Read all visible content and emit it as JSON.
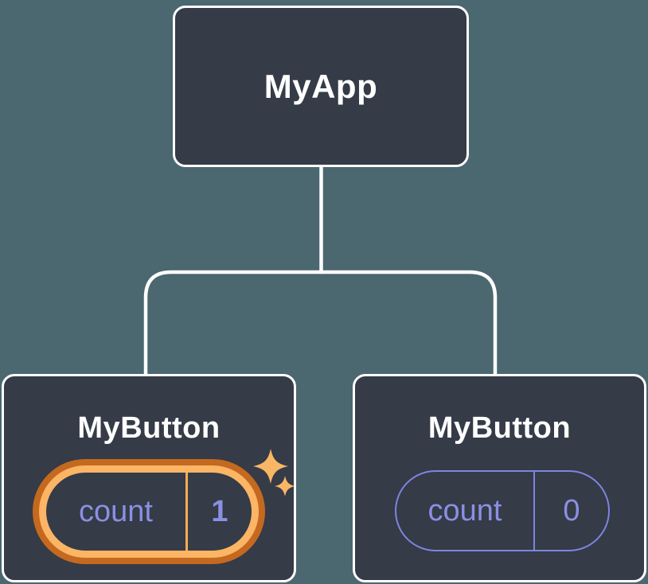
{
  "colors": {
    "background": "#4b6770",
    "node_fill": "#353b47",
    "node_border": "#ffffff",
    "connector": "#ffffff",
    "state_text": "#8a90e2",
    "state_pill_border": "#7d85e0",
    "highlight_ring_outer": "#c4691f",
    "highlight_ring_inner": "#fbb564",
    "sparkle": "#f9b665"
  },
  "tree": {
    "root": {
      "label": "MyApp"
    },
    "children": [
      {
        "label": "MyButton",
        "state": {
          "key": "count",
          "value": "1"
        },
        "highlighted": true,
        "icon": "sparkles-icon"
      },
      {
        "label": "MyButton",
        "state": {
          "key": "count",
          "value": "0"
        },
        "highlighted": false
      }
    ]
  }
}
